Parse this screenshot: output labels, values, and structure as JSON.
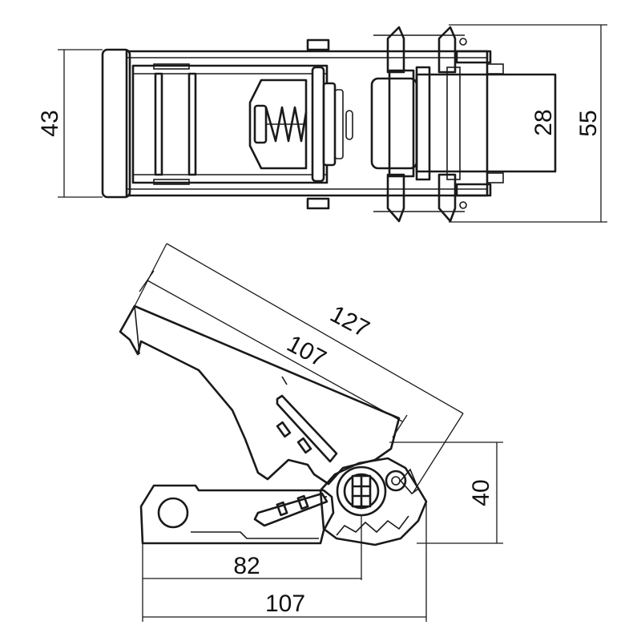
{
  "top_view": {
    "dimensions": {
      "height_left": "43",
      "strap_width": "28",
      "total_width": "55"
    }
  },
  "side_view": {
    "dimensions": {
      "lever_outer": "127",
      "lever_inner": "107",
      "height": "40",
      "base_to_pivot": "82",
      "base_total": "107"
    }
  }
}
